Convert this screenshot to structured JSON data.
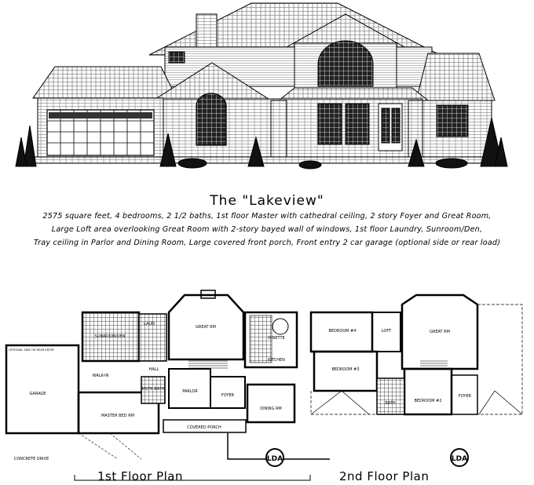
{
  "house_name": "The \"Lakeview\"",
  "description": [
    "2575 square feet, 4 bedrooms, 2 1/2 baths, 1st floor Master with cathedral ceiling, 2 story Foyer and Great Room,",
    "Large Loft area overlooking Great Room with 2-story bayed wall of windows, 1st floor Laundry, Sunroom/Den,",
    "Tray ceiling in Parlor and Dining Room, Large covered front porch, Front entry 2 car garage (optional side or rear load)"
  ],
  "first_floor": {
    "title": "1st Floor Plan",
    "rooms": {
      "sunroom": "SUNROOM/DEN",
      "great_rm": "GREAT RM",
      "dinette": "DINETTE",
      "kitchen": "KITCHEN",
      "garage": "GARAGE",
      "option": "OPTIONAL SIDE OR REAR ENTRY",
      "master": "MASTER BED RM",
      "parlor": "PARLOR",
      "foyer": "FOYER",
      "dining": "DINING RM",
      "porch": "COVERED PORCH",
      "hall": "HALL",
      "laundry": "LAUN",
      "bath": "MSTR BATH",
      "wic": "WALK-IN",
      "drive": "CONCRETE DRIVE"
    }
  },
  "second_floor": {
    "title": "2nd Floor Plan",
    "rooms": {
      "bed4": "BEDROOM #4",
      "loft": "LOFT",
      "great_rm": "GREAT RM",
      "bed3": "BEDROOM #3",
      "bed2": "BEDROOM #2",
      "foyer": "FOYER",
      "bath": "BATH"
    }
  },
  "logo_text": "LDA"
}
